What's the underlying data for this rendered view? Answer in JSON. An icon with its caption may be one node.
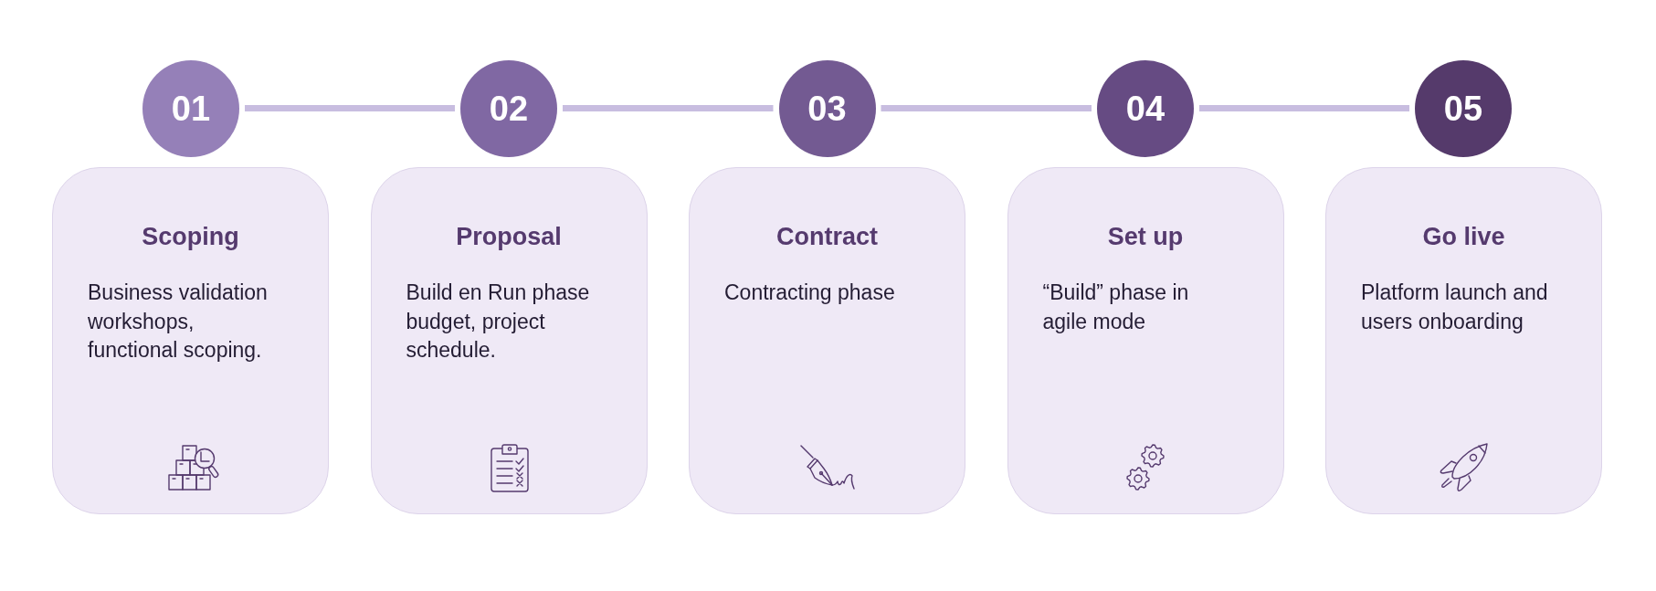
{
  "diagram": {
    "nodes": [
      {
        "text": [
          "01"
        ]
      },
      {
        "text": [
          "02"
        ]
      },
      {
        "text": [
          "03"
        ]
      },
      {
        "text": [
          "04"
        ]
      },
      {
        "text": [
          "05"
        ]
      },
      {
        "text": [
          "Scoping",
          "Business validation workshops, functional scoping."
        ]
      },
      {
        "text": [
          "Proposal",
          "Build en Run phase budget, project schedule."
        ]
      },
      {
        "text": [
          "Contract",
          "Contracting phase"
        ]
      },
      {
        "text": [
          "Set up",
          "“Build” phase in agile mode"
        ]
      },
      {
        "text": [
          "Go live",
          "Platform launch and users onboarding"
        ]
      }
    ],
    "edges": [
      {
        "from": 0,
        "to": 1,
        "arrow": "none"
      },
      {
        "from": 1,
        "to": 2,
        "arrow": "none"
      },
      {
        "from": 2,
        "to": 3,
        "arrow": "none"
      },
      {
        "from": 3,
        "to": 4,
        "arrow": "none"
      }
    ]
  }
}
